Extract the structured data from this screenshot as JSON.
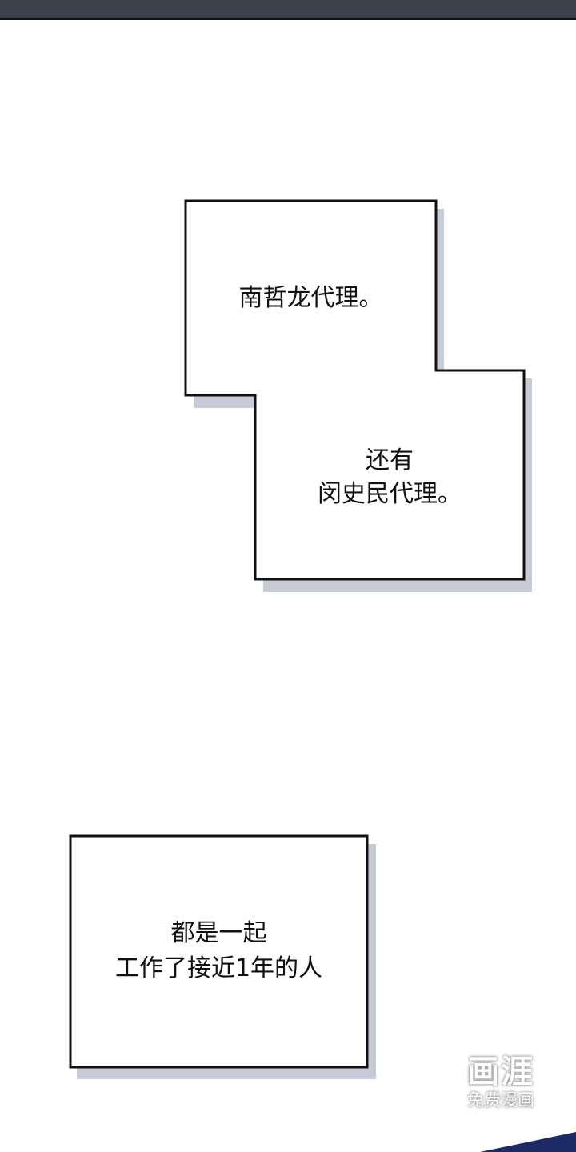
{
  "panel_1": {
    "bubble_1": {
      "line1": "南哲龙代理。"
    },
    "bubble_2": {
      "line1": "还有",
      "line2": "闵史民代理。"
    }
  },
  "panel_2": {
    "bubble": {
      "line1": "都是一起",
      "line2": "工作了接近1年的人"
    }
  },
  "watermark": {
    "logo": "画涯",
    "subtitle": "免费漫画"
  },
  "colors": {
    "shadow": "#c8cbd5",
    "top_strip": "#3a414b",
    "border": "#111111"
  }
}
